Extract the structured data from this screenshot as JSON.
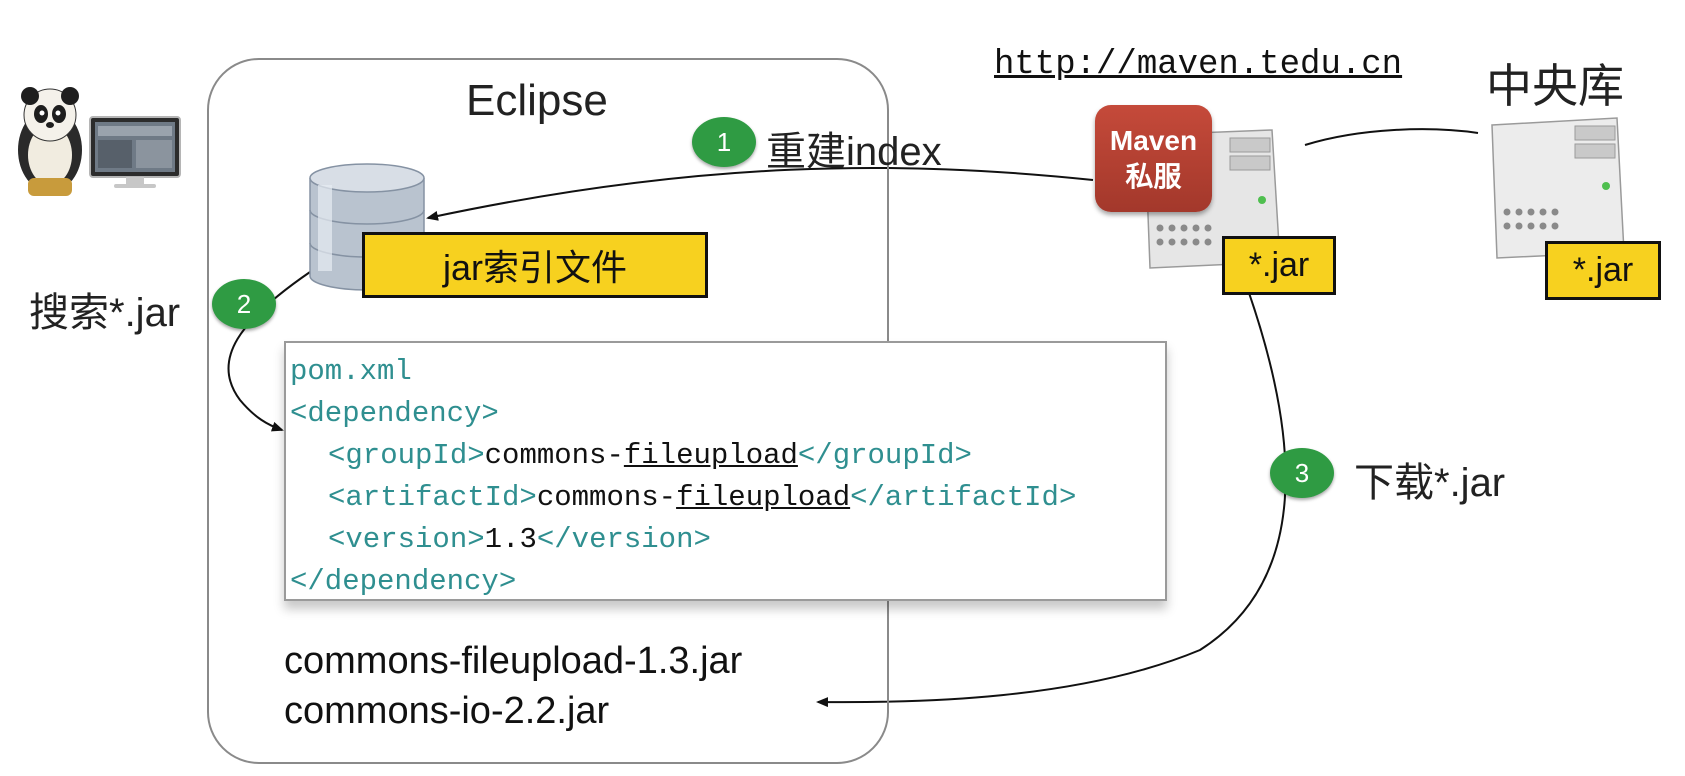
{
  "eclipse": {
    "title": "Eclipse",
    "index_label": "jar索引文件"
  },
  "steps": [
    {
      "number": "1",
      "label": "重建index"
    },
    {
      "number": "2",
      "label": "搜索*.jar"
    },
    {
      "number": "3",
      "label": "下载*.jar"
    }
  ],
  "private_repo": {
    "url": "http://maven.tedu.cn",
    "badge_line1": "Maven",
    "badge_line2": "私服",
    "jar_label": "*.jar"
  },
  "central_repo": {
    "title": "中央库",
    "jar_label": "*.jar"
  },
  "pom": {
    "filename": "pom.xml",
    "dep_open": "<dependency>",
    "dep_close": "</dependency>",
    "group_open": "<groupId>",
    "group_prefix": "commons-",
    "group_underlined": "fileupload",
    "group_close": "</groupId>",
    "artifact_open": "<artifactId>",
    "artifact_prefix": "commons-",
    "artifact_underlined": "fileupload",
    "artifact_close": "</artifactId>",
    "version_open": "<version>",
    "version_value": "1.3",
    "version_close": "</version>"
  },
  "downloaded_jars": [
    "commons-fileupload-1.3.jar",
    "commons-io-2.2.jar"
  ],
  "colors": {
    "badge_green": "#2f9b43",
    "label_yellow": "#f7d11f",
    "maven_red": "#b03f31",
    "code_teal": "#2f8f90"
  }
}
